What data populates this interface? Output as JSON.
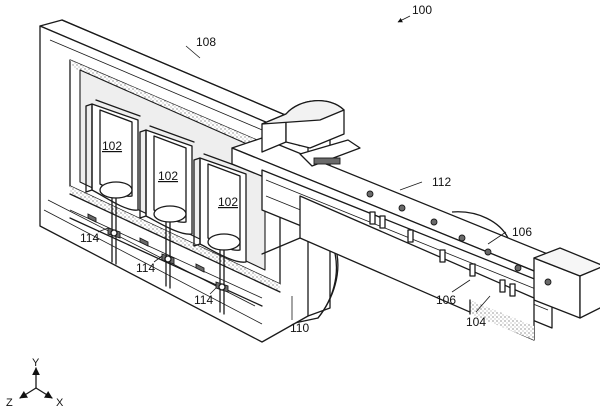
{
  "labels": {
    "assembly": "100",
    "housing": "108",
    "rail": "112",
    "base": "110",
    "bag_a": "102",
    "bag_b": "102",
    "bag_c": "102",
    "port_a": "114",
    "port_b": "114",
    "port_c": "114",
    "pin_upper": "106",
    "pin_lower": "106",
    "shuttle": "104"
  },
  "axes": {
    "y": "Y",
    "z": "Z",
    "x": "X"
  }
}
